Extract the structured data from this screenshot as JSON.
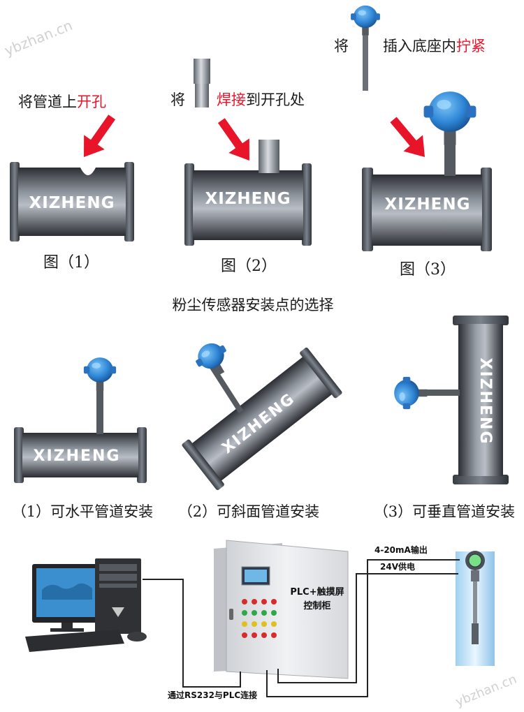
{
  "watermark_site": "ybzhan.cn",
  "steps": {
    "step1": {
      "before": "将管道上",
      "highlight": "开孔",
      "caption": "图（1）"
    },
    "step2": {
      "before": "将",
      "highlight": "焊接",
      "after": "到开孔处",
      "caption": "图（2）"
    },
    "step3": {
      "before": "将",
      "middle": "插入底座内",
      "highlight": "拧紧",
      "caption": "图（3）"
    }
  },
  "pipe_label": "XIZHENG",
  "section_title": "粉尘传感器安装点的选择",
  "install_options": [
    {
      "label": "（1）可水平管道安装"
    },
    {
      "label": "（2）可斜面管道安装"
    },
    {
      "label": "（3）可垂直管道安装"
    }
  ],
  "wiring": {
    "cabinet_line1": "PLC+触摸屏",
    "cabinet_line2": "控制柜",
    "signal_output": "4-20mA输出",
    "power_supply": "24V供电",
    "pc_connection": "通过RS232与PLC连接"
  },
  "colors": {
    "highlight_red": "#e8142a",
    "sensor_blue": "#3a8fd8",
    "pipe_dark": "#4a4f58"
  }
}
